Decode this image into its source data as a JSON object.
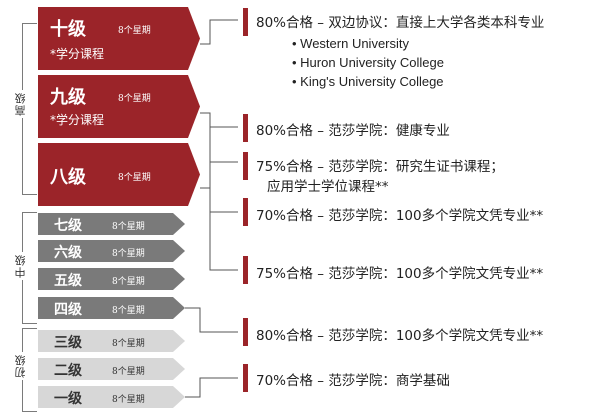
{
  "groups": {
    "senior": "高级",
    "middle": "中级",
    "junior": "初级"
  },
  "grades": [
    {
      "name": "十级",
      "weeks": "8个星期",
      "note": "*学分课程"
    },
    {
      "name": "九级",
      "weeks": "8个星期",
      "note": "*学分课程"
    },
    {
      "name": "八级",
      "weeks": "8个星期"
    },
    {
      "name": "七级",
      "weeks": "8个星期"
    },
    {
      "name": "六级",
      "weeks": "8个星期"
    },
    {
      "name": "五级",
      "weeks": "8个星期"
    },
    {
      "name": "四级",
      "weeks": "8个星期"
    },
    {
      "name": "三级",
      "weeks": "8个星期"
    },
    {
      "name": "二级",
      "weeks": "8个星期"
    },
    {
      "name": "一级",
      "weeks": "8个星期"
    }
  ],
  "outcomes": [
    {
      "text": "80%合格 – 双边协议：直接上大学各类本科专业",
      "bullets": [
        "• Western University",
        "• Huron University College",
        "• King's University College"
      ]
    },
    {
      "text": "80%合格 – 范莎学院：健康专业"
    },
    {
      "text": "75%合格 – 范莎学院：研究生证书课程；",
      "text2": "应用学士学位课程**"
    },
    {
      "text": "70%合格 – 范莎学院：100多个学院文凭专业**"
    },
    {
      "text": "75%合格 – 范莎学院：100多个学院文凭专业**"
    },
    {
      "text": "80%合格 – 范莎学院：100多个学院文凭专业**"
    },
    {
      "text": "70%合格 – 范莎学院：商学基础"
    }
  ],
  "colors": {
    "accent": "#9b2429",
    "dark_grey": "#7a7a7a",
    "light_grey": "#d7d7d7"
  }
}
